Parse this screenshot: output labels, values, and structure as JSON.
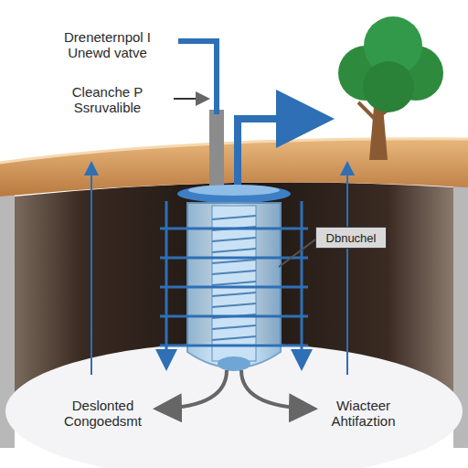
{
  "diagram": {
    "nodes": [
      {
        "text": [
          "Dbnuchel"
        ]
      }
    ],
    "labels": [
      "Dreneternpol I Unewd vatve",
      "Cleanche P Ssruvalible",
      "Deslonted Congoedsmt",
      "Wiacteer Ahtifaztion"
    ]
  }
}
